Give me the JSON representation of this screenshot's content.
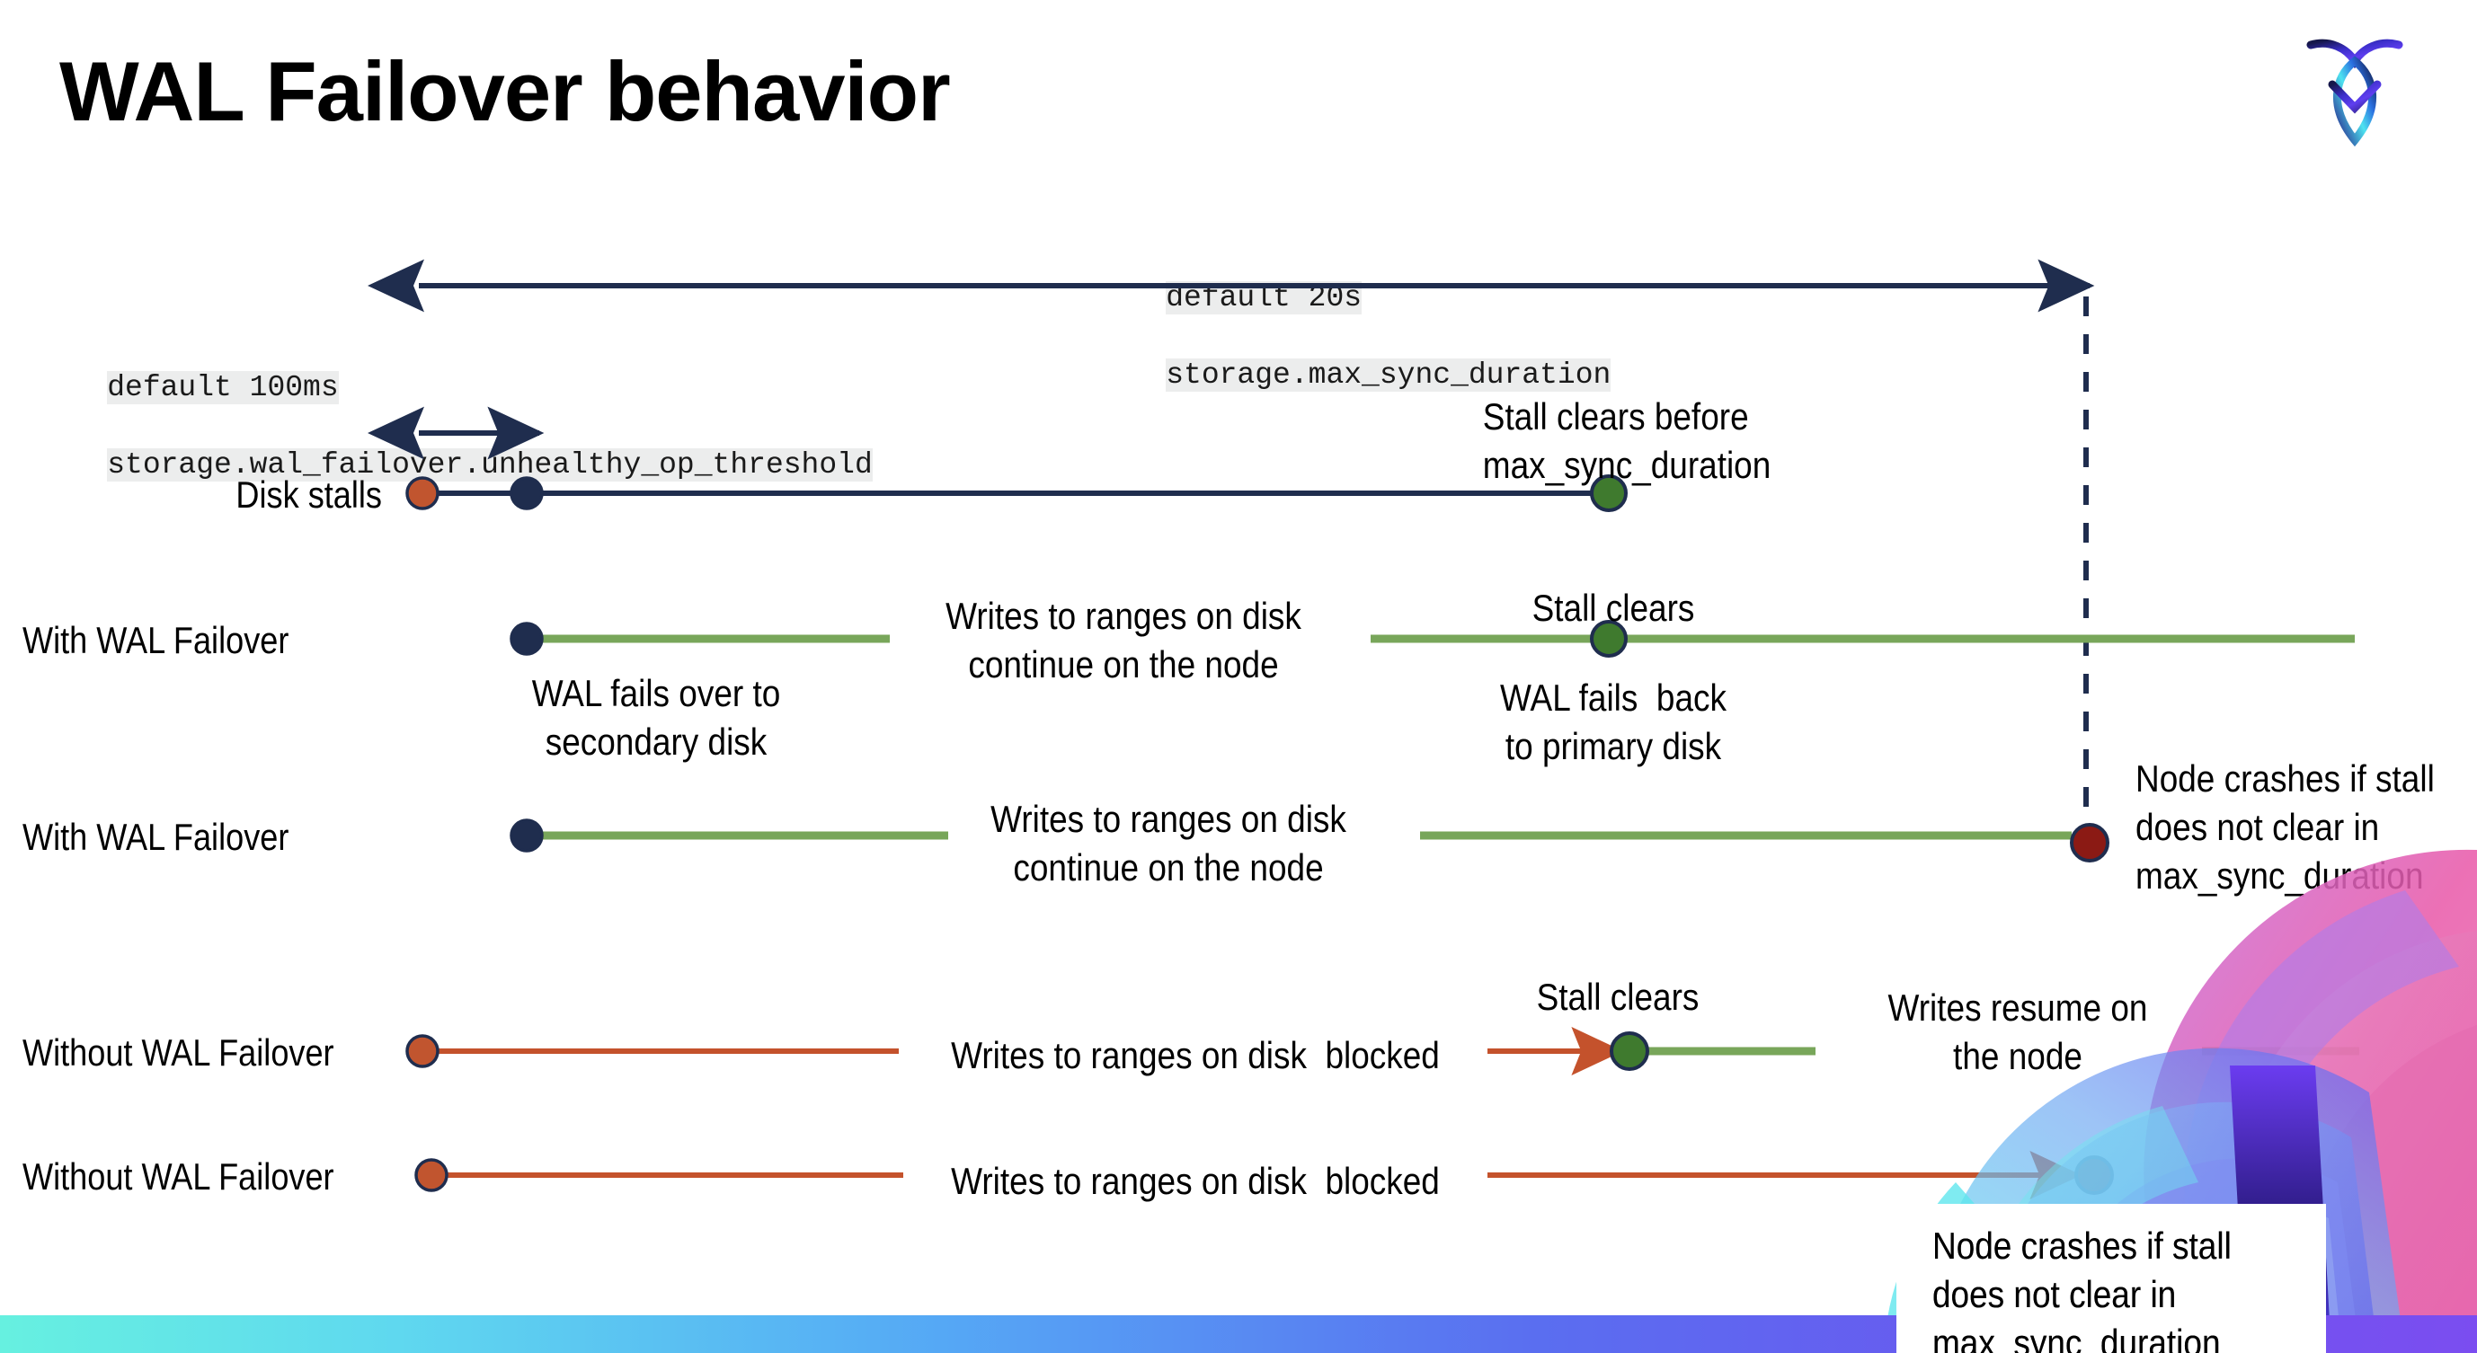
{
  "slide": {
    "title": "WAL Failover behavior",
    "logo_name": "cockroachdb-logo",
    "background_color": "#ffffff",
    "bottom_bar_gradient": [
      "#66f0e0",
      "#5a6ef0",
      "#7b4df0"
    ]
  },
  "colors": {
    "navy": "#1f2d4e",
    "green_line": "#78a65a",
    "green_dot": "#3f7a2e",
    "red_line": "#c4522c",
    "orange_dot": "#c1552f",
    "dark_red_dot": "#8b1a14",
    "code_bg": "#eceded"
  },
  "settings": {
    "max_sync": {
      "default_label": "default 20s",
      "name": "storage.max_sync_duration"
    },
    "unhealthy_op": {
      "default_label": "default 100ms",
      "name": "storage.wal_failover.unhealthy_op_threshold"
    }
  },
  "rows": [
    {
      "label": "Disk stalls",
      "annotations": [
        "Stall clears before\nmax_sync_duration"
      ]
    },
    {
      "label": "With WAL Failover",
      "annotations": [
        "Writes to ranges on disk\ncontinue on the node",
        "Stall clears",
        "WAL fails over to\nsecondary disk",
        "WAL fails  back\nto primary disk"
      ]
    },
    {
      "label": "With WAL Failover",
      "annotations": [
        "Writes to ranges on disk\ncontinue on the node",
        "Node crashes if stall\ndoes not clear in\nmax_sync_duration"
      ]
    },
    {
      "label": "Without WAL Failover",
      "annotations": [
        "Writes to ranges on disk  blocked",
        "Stall clears",
        "Writes resume on\nthe node"
      ]
    },
    {
      "label": "Without WAL Failover",
      "annotations": [
        "Writes to ranges on disk  blocked",
        "Node crashes if stall\ndoes not clear in\nmax_sync_duration"
      ]
    }
  ]
}
